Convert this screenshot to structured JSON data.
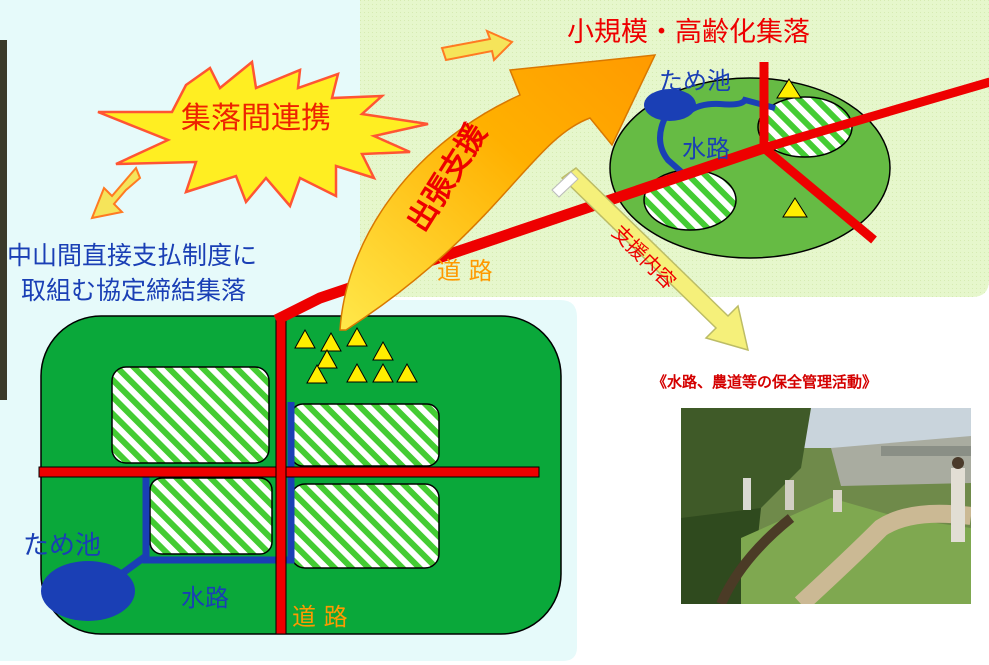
{
  "colors": {
    "left_bg": "#e6fafa",
    "right_bg": "#e6f7cc",
    "village_green": "#0aa83a",
    "small_village_green": "#66bb44",
    "road_red": "#ee0000",
    "water_blue": "#1a3fb5",
    "field_stripe": "#44cc33",
    "label_orange": "#ff9900",
    "title_red": "#ee0000",
    "arrow_yellow": "#f5e45a",
    "triangle_yellow": "#ffee00"
  },
  "texts": {
    "small_village_title": "小規模・高齢化集落",
    "inter_village_cooperation": "集落間連携",
    "agreement_village_line1": "中山間直接支払制度に",
    "agreement_village_line2": "取組む協定締結集落",
    "dispatch_support": "出張支援",
    "support_content": "支援内容",
    "activity_caption": "《水路、農道等の保全管理活動》",
    "pond_right": "ため池",
    "channel_right": "水路",
    "road_center": "道 路",
    "pond_left": "ため池",
    "channel_left": "水路",
    "road_bottom": "道 路"
  },
  "icons": {
    "burst": "starburst-shape",
    "arrows": "block-arrow",
    "triangles": "triangle-marker",
    "photo": "photo-image"
  }
}
